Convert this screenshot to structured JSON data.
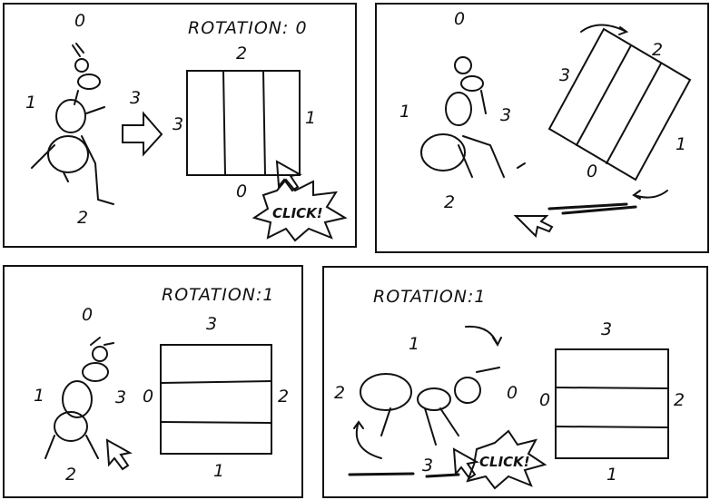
{
  "panels": [
    {
      "title": "ROTATION: 0",
      "ant_labels": [
        "0",
        "1",
        "2",
        "3"
      ],
      "box_labels": [
        "2",
        "1",
        "0",
        "3"
      ],
      "click": "CLICK!"
    },
    {
      "ant_labels": [
        "0",
        "1",
        "2",
        "3"
      ],
      "box_labels": [
        "2",
        "1",
        "0",
        "3"
      ]
    },
    {
      "title": "ROTATION:1",
      "ant_labels": [
        "0",
        "1",
        "2",
        "3"
      ],
      "box_labels": [
        "3",
        "2",
        "1",
        "0"
      ]
    },
    {
      "title": "ROTATION:1",
      "ant_labels": [
        "1",
        "0",
        "3",
        "2"
      ],
      "box_labels": [
        "3",
        "2",
        "1",
        "0"
      ],
      "click": "CLICK!"
    }
  ]
}
